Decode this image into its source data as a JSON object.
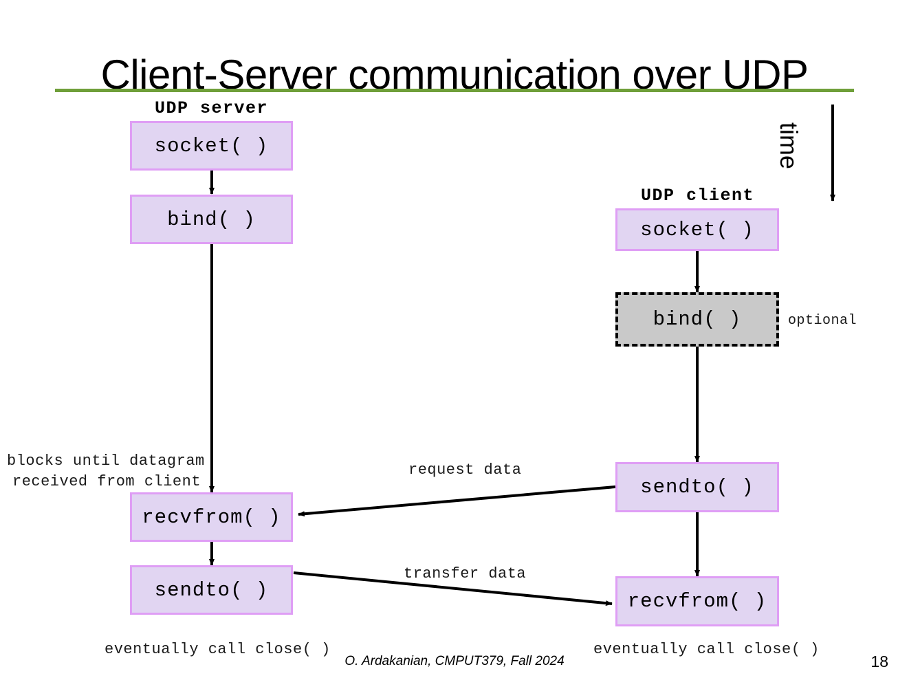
{
  "slide": {
    "title": "Client-Server communication over UDP",
    "accent_color": "#6f9f3a",
    "box_fill": "#e1d5f2",
    "box_border": "#df9ef5",
    "optional_box_fill": "#c9c9c9",
    "optional_box_border": "#000000",
    "page_number": "18",
    "footer_credit": "O. Ardakanian, CMPUT379, Fall 2024"
  },
  "time_axis": {
    "label": "time"
  },
  "server": {
    "heading": "UDP server",
    "steps": [
      {
        "label": "socket( )"
      },
      {
        "label": "bind( )"
      },
      {
        "label": "recvfrom( )"
      },
      {
        "label": "sendto( )"
      }
    ],
    "blocking_note_line1": "blocks until datagram",
    "blocking_note_line2": "received from client",
    "close_note": "eventually call close( )"
  },
  "client": {
    "heading": "UDP client",
    "steps": [
      {
        "label": "socket( )"
      },
      {
        "label": "bind( )"
      },
      {
        "label": "sendto( )"
      },
      {
        "label": "recvfrom( )"
      }
    ],
    "optional_note": "optional",
    "close_note": "eventually call close( )"
  },
  "messages": {
    "request": "request data",
    "transfer": "transfer data"
  }
}
